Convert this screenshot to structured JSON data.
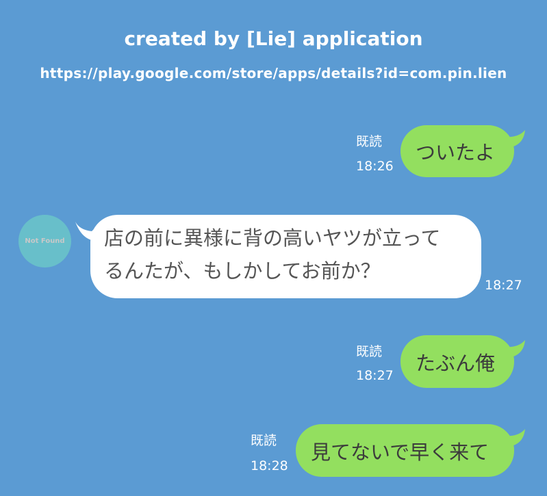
{
  "header": {
    "title": "created by [Lie] application",
    "url": "https://play.google.com/store/apps/details?id=com.pin.lien"
  },
  "colors": {
    "background": "#5b9bd3",
    "sent_bubble": "#93df5f",
    "received_bubble": "#ffffff",
    "avatar": "#68bfca"
  },
  "messages": [
    {
      "side": "sent",
      "text": "ついたよ",
      "read": "既読",
      "time": "18:26"
    },
    {
      "side": "received",
      "avatar": "Not Found",
      "lines": [
        "店の前に異様に背の高いヤツが立って",
        "るんたが、もしかしてお前か？"
      ],
      "time": "18:27"
    },
    {
      "side": "sent",
      "text": "たぶん俺",
      "read": "既読",
      "time": "18:27"
    },
    {
      "side": "sent",
      "text": "見てないで早く来て",
      "read": "既読",
      "time": "18:28"
    }
  ]
}
